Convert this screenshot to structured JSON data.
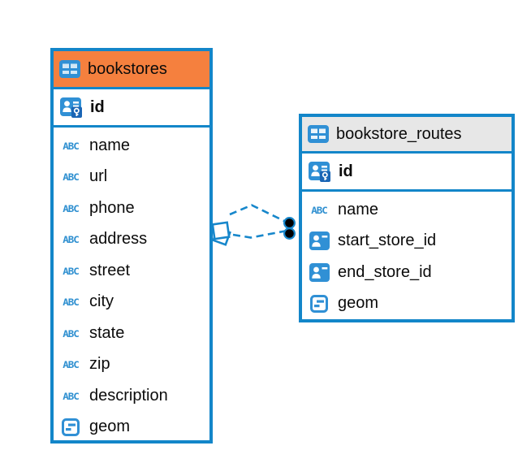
{
  "diagram": {
    "title": "er-diagram",
    "colors": {
      "table_border_blue": "#1386c9",
      "icon_blue": "#3090d5",
      "key_badge_blue": "#1a65b5",
      "bookstores_header_orange": "#f5803e",
      "routes_header_gray": "#e7e7e7",
      "relationship_line_blue": "#1787cb",
      "endpoint_dot_black": "#000000",
      "text": "#0b0b0b"
    },
    "icons": {
      "text_type_glyph": "ABC",
      "table_icon": "table-grid",
      "primary_key_icon": "person-key",
      "reference_icon": "person-card",
      "geometry_icon": "geometry-box"
    },
    "tables": [
      {
        "header": "bookstores",
        "header_color": "#f5803e",
        "pk": {
          "label": "id"
        },
        "columns": [
          {
            "label": "name",
            "type": "text"
          },
          {
            "label": "url",
            "type": "text"
          },
          {
            "label": "phone",
            "type": "text"
          },
          {
            "label": "address",
            "type": "text"
          },
          {
            "label": "street",
            "type": "text"
          },
          {
            "label": "city",
            "type": "text"
          },
          {
            "label": "state",
            "type": "text"
          },
          {
            "label": "zip",
            "type": "text"
          },
          {
            "label": "description",
            "type": "text"
          },
          {
            "label": "geom",
            "type": "geometry"
          }
        ]
      },
      {
        "header": "bookstore_routes",
        "header_color": "#e7e7e7",
        "pk": {
          "label": "id"
        },
        "columns": [
          {
            "label": "name",
            "type": "text"
          },
          {
            "label": "start_store_id",
            "type": "reference"
          },
          {
            "label": "end_store_id",
            "type": "reference"
          },
          {
            "label": "geom",
            "type": "geometry"
          }
        ]
      }
    ],
    "relationship": {
      "type": "foreign-key",
      "style": "dashed",
      "from_table": "bookstores",
      "to_table": "bookstore_routes",
      "endpoint_count": 2
    }
  }
}
